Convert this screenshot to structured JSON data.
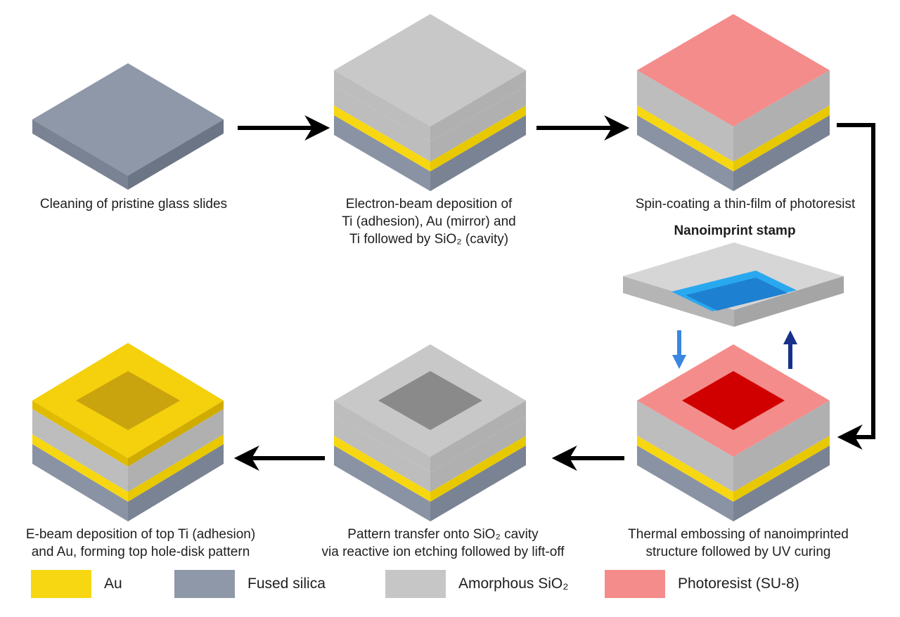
{
  "steps": [
    {
      "lines": [
        "Cleaning of pristine glass slides"
      ]
    },
    {
      "lines": [
        "Electron-beam deposition of",
        "Ti (adhesion), Au (mirror) and",
        "Ti followed by SiO₂ (cavity)"
      ]
    },
    {
      "lines": [
        "Spin-coating a thin-film of photoresist"
      ]
    },
    {
      "lines": [
        "Thermal embossing of nanoimprinted",
        "structure followed by UV curing"
      ]
    },
    {
      "lines": [
        "Pattern transfer onto SiO₂ cavity",
        "via reactive ion etching followed by lift-off"
      ]
    },
    {
      "lines": [
        "E-beam deposition of top Ti (adhesion)",
        "and Au, forming top hole-disk pattern"
      ]
    }
  ],
  "stamp": {
    "title": "Nanoimprint stamp"
  },
  "legend": [
    {
      "label": "Au",
      "color": "#f7d712"
    },
    {
      "label": "Fused silica",
      "color": "#8f98a8"
    },
    {
      "label": "Amorphous SiO₂",
      "color": "#c6c6c6"
    },
    {
      "label": "Photoresist (SU-8)",
      "color": "#f48c8c"
    }
  ]
}
